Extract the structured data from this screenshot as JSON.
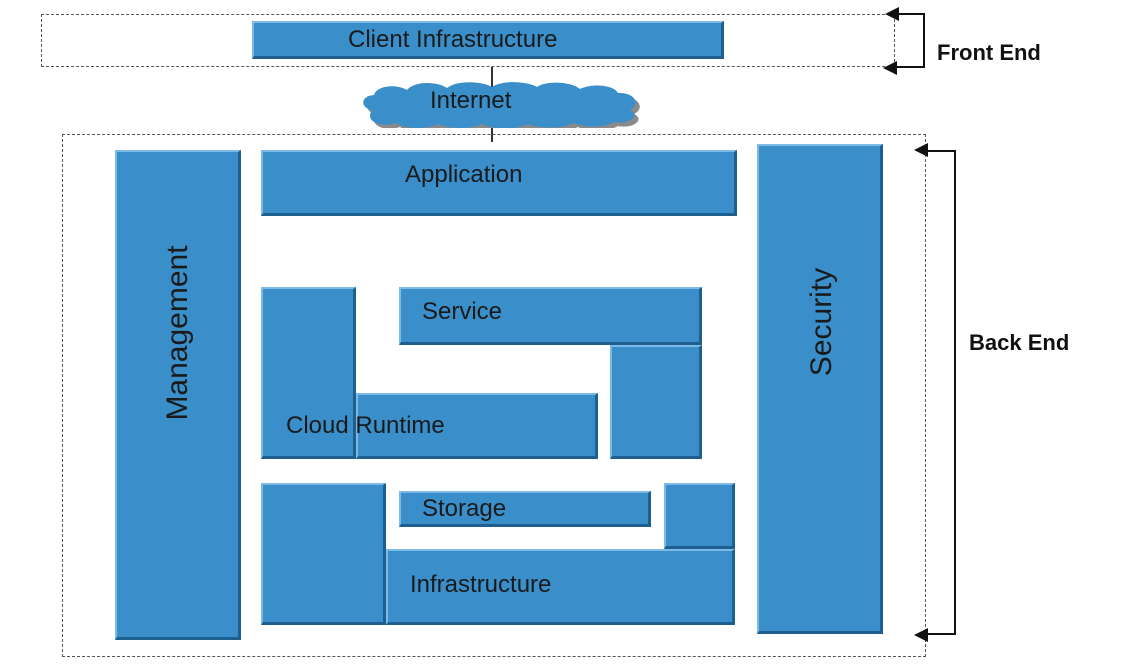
{
  "front": {
    "client_infrastructure": "Client Infrastructure",
    "label": "Front End"
  },
  "internet": "Internet",
  "back": {
    "label": "Back End",
    "management": "Management",
    "security": "Security",
    "application": "Application",
    "service": "Service",
    "cloud_runtime": "Cloud Runtime",
    "storage": "Storage",
    "infrastructure": "Infrastructure"
  },
  "colors": {
    "block": "#3a8fca",
    "block_highlight": "#7dbbe6",
    "block_shadow": "#1d5f8f",
    "cloud": "#3a8fca",
    "cloud_shadow": "#888888"
  }
}
